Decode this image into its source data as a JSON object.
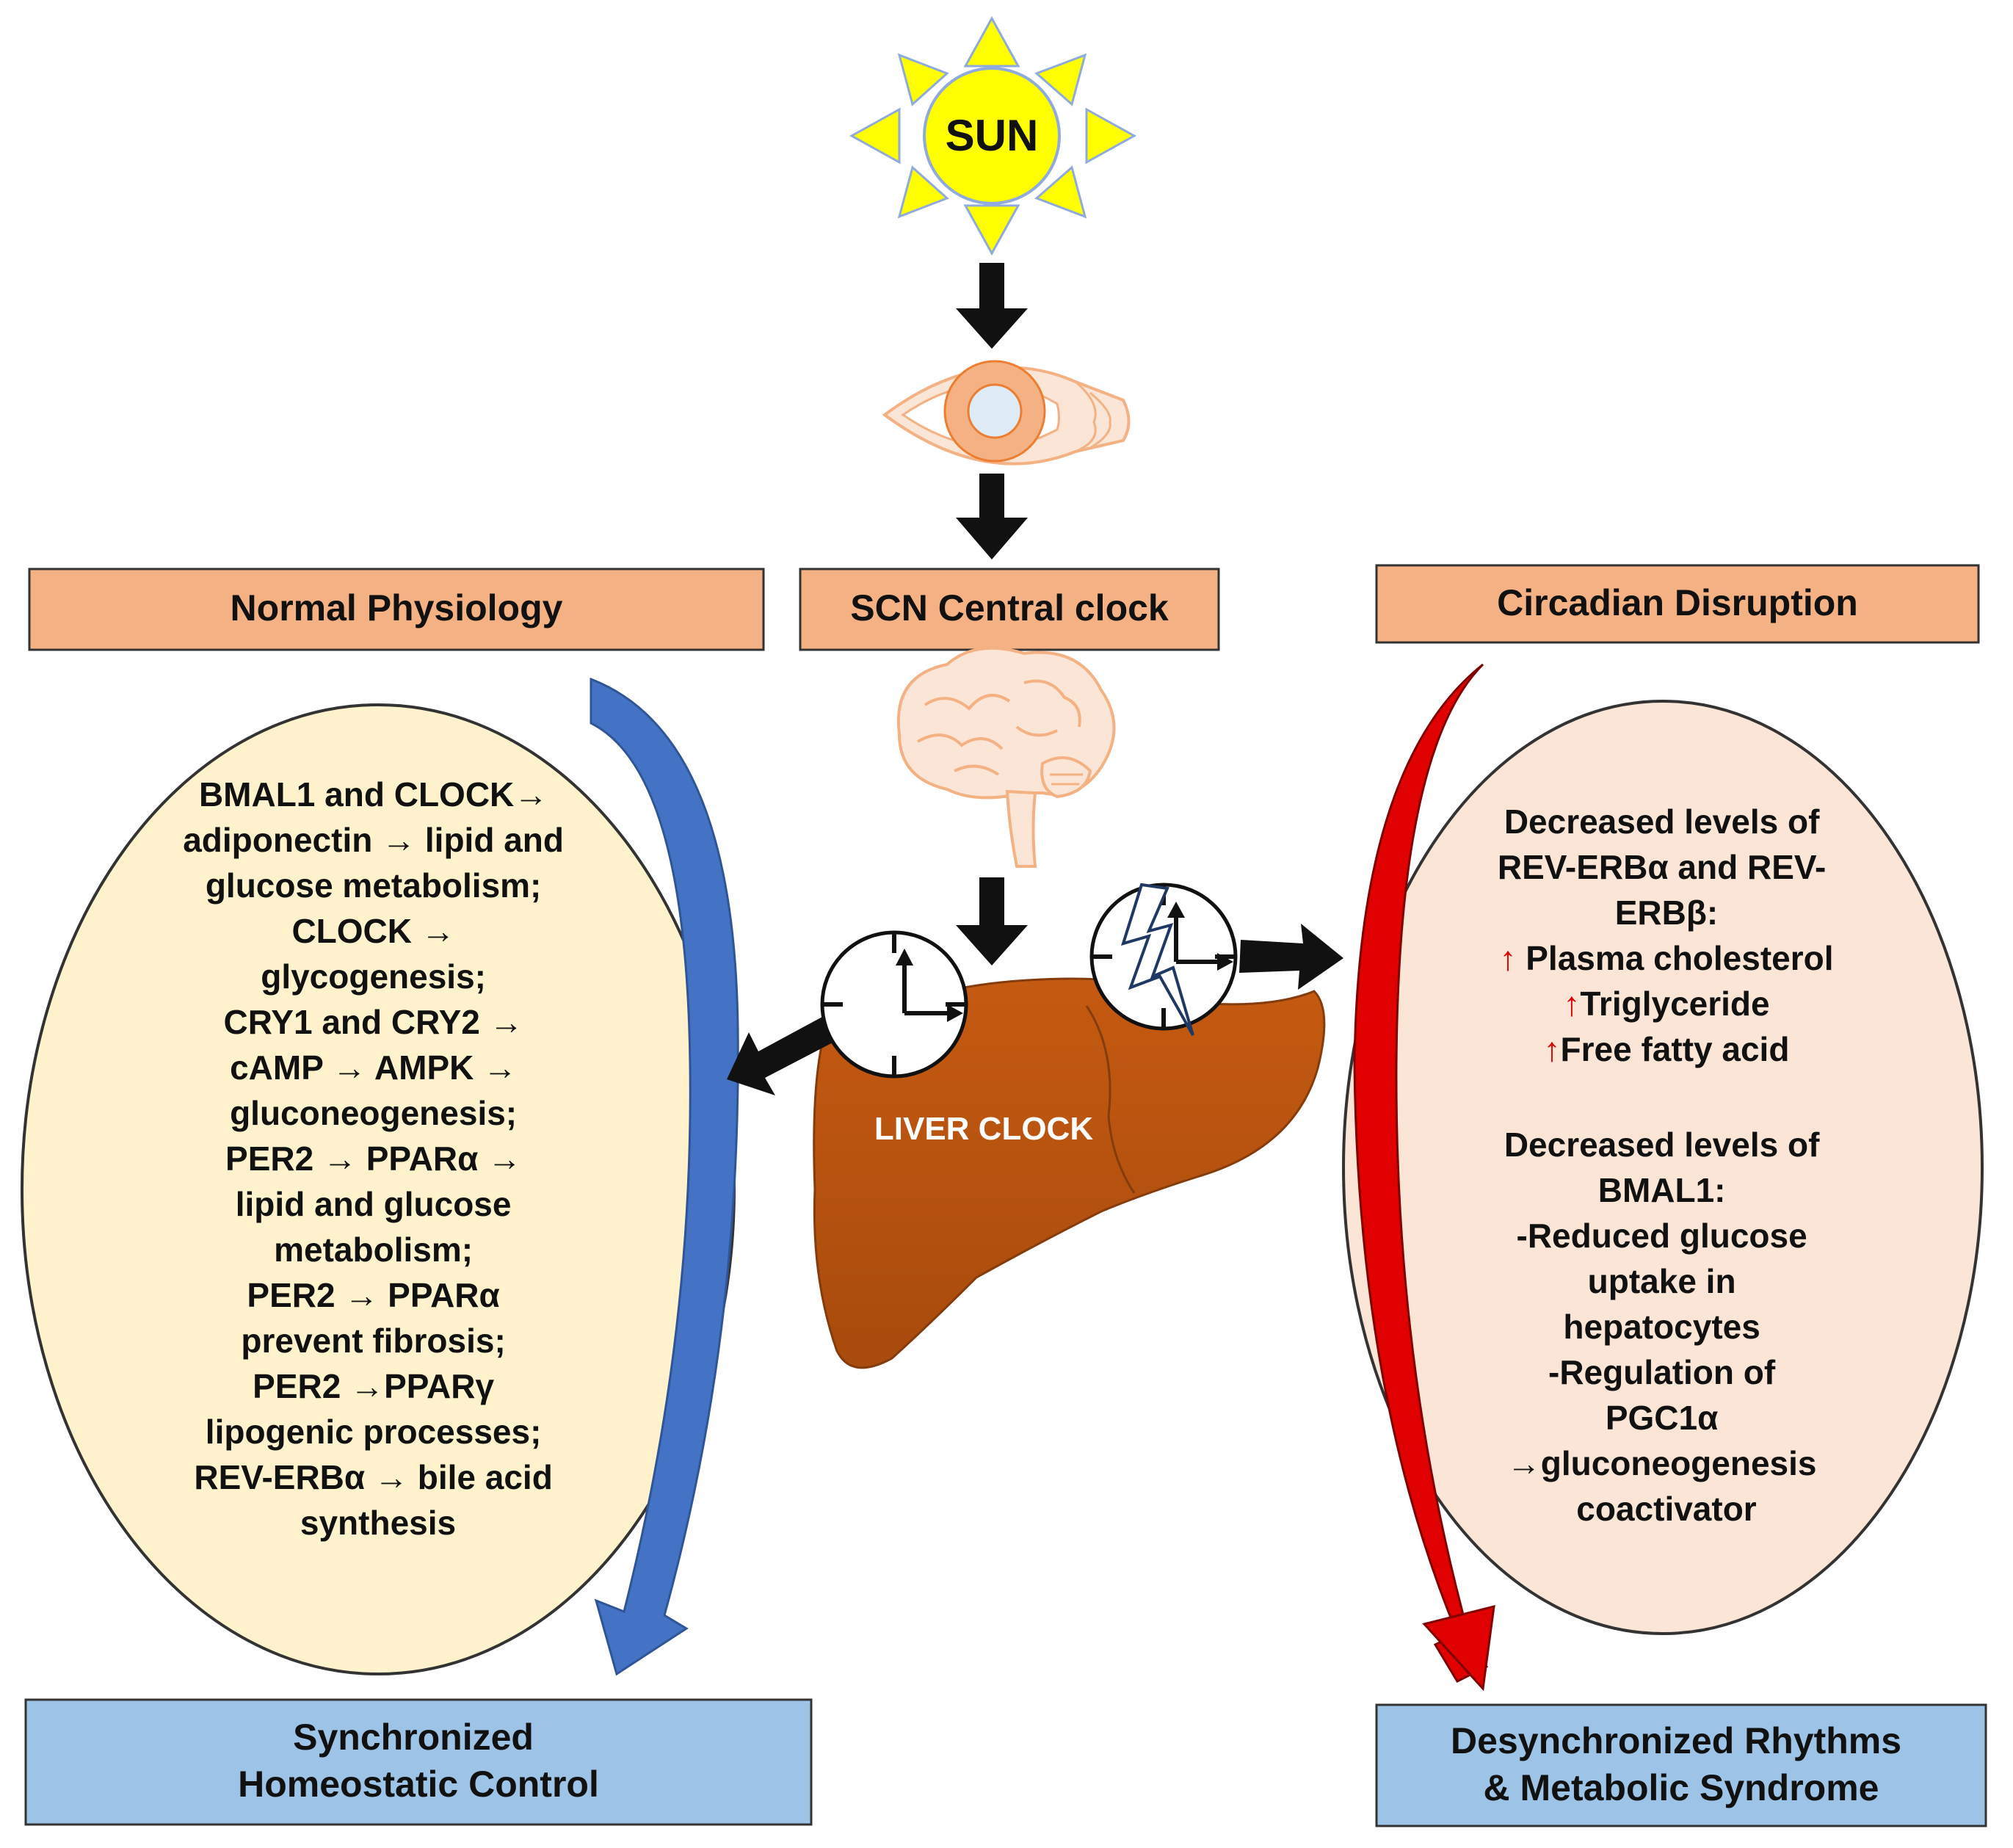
{
  "sun": {
    "label": "SUN"
  },
  "boxes": {
    "normal_physiology": "Normal Physiology",
    "scn_central_clock": "SCN Central clock",
    "circadian_disruption": "Circadian Disruption",
    "synchronized": [
      "Synchronized",
      "Homeostatic Control"
    ],
    "desynchronized": [
      "Desynchronized Rhythms",
      "& Metabolic Syndrome"
    ]
  },
  "liver": {
    "label": "LIVER CLOCK"
  },
  "normal_oval": {
    "lines": [
      "BMAL1 and CLOCK→",
      "adiponectin → lipid and",
      "glucose metabolism;",
      "CLOCK →",
      "glycogenesis;",
      "CRY1 and CRY2 →",
      "cAMP → AMPK →",
      "gluconeogenesis;",
      "PER2 → PPARα →",
      "lipid and glucose",
      "metabolism;",
      "PER2 → PPARα",
      "prevent fibrosis;",
      "PER2 →PPARγ",
      "lipogenic processes;",
      "REV-ERBα → bile acid",
      "synthesis"
    ]
  },
  "disruption_oval": {
    "header1": [
      "Decreased levels of",
      "REV-ERBα and REV-",
      "ERBβ:"
    ],
    "up_arrow": "↑",
    "effects": [
      " Plasma cholesterol",
      "Triglyceride",
      "Free fatty acid"
    ],
    "header2": [
      "Decreased levels of",
      "BMAL1:"
    ],
    "lines2": [
      "-Reduced glucose",
      "uptake in",
      "hepatocytes",
      "-Regulation of",
      "PGC1α",
      "→gluconeogenesis",
      "coactivator"
    ]
  },
  "colors": {
    "box_orange": "#F4B183",
    "box_blue": "#9DC3E6",
    "oval_left": "#FFF2CC",
    "oval_right": "#FBE5D6",
    "liver": "#C55A11",
    "sun": "#FFFF00",
    "blue_arrow": "#4472C4",
    "red_arrow": "#E00000"
  }
}
